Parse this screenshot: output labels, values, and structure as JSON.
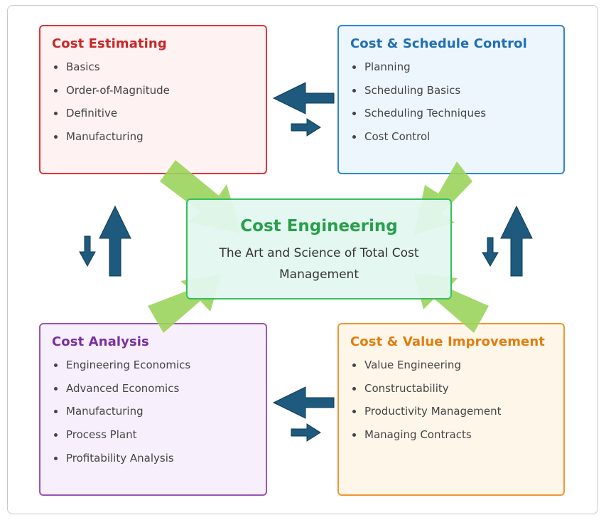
{
  "center": {
    "title": "Cost Engineering",
    "subtitle": "The Art and Science of Total Cost Management",
    "color": "#27a04a"
  },
  "boxes": {
    "estimating": {
      "title": "Cost Estimating",
      "color": "#c62828",
      "items": [
        "Basics",
        "Order-of-Magnitude",
        "Definitive",
        "Manufacturing"
      ]
    },
    "schedule": {
      "title": "Cost & Schedule Control",
      "color": "#1f6fb5",
      "items": [
        "Planning",
        "Scheduling Basics",
        "Scheduling Techniques",
        "Cost Control"
      ]
    },
    "analysis": {
      "title": "Cost Analysis",
      "color": "#7b2f9d",
      "items": [
        "Engineering Economics",
        "Advanced Economics",
        "Manufacturing",
        "Process Plant",
        "Profitability Analysis"
      ]
    },
    "value": {
      "title": "Cost & Value Improvement",
      "color": "#e07d10",
      "items": [
        "Value Engineering",
        "Constructability",
        "Productivity Management",
        "Managing Contracts"
      ]
    }
  },
  "arrow_colors": {
    "blue": "#1d5a7e",
    "green": "#9bd45c"
  }
}
